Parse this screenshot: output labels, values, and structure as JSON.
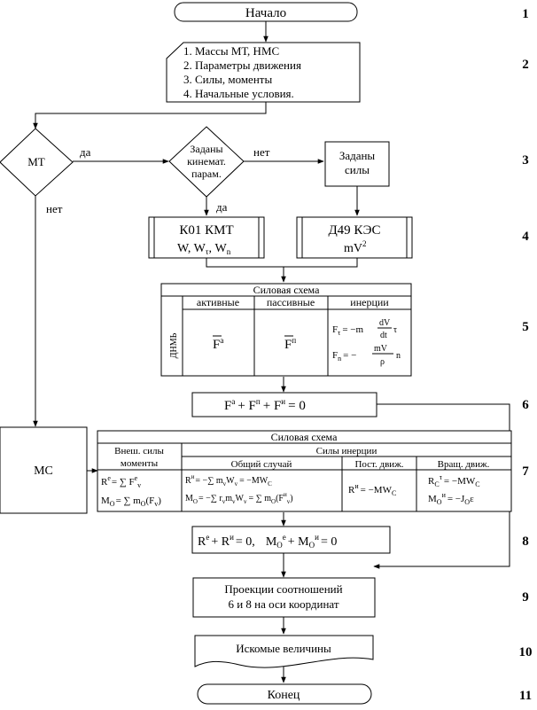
{
  "steps": {
    "start": "Начало",
    "inputs": [
      "1. Массы МТ, НМС",
      "2. Параметры движения",
      "3. Силы, моменты",
      "4. Начальные условия."
    ],
    "mt_decision": "МТ",
    "yes_label": "да",
    "no_label": "нет",
    "kin_decision": [
      "Заданы",
      "кинемат.",
      "парам."
    ],
    "forces_given": [
      "Заданы",
      "силы"
    ],
    "k01": {
      "title": "К01 КМТ",
      "formula": "W, W",
      "sub_t": "τ",
      "sub_n": "n"
    },
    "d49": {
      "title": "Д49 КЭС",
      "formula": "mV",
      "sup": "2"
    },
    "force_scheme_1": {
      "title": "Силовая схема",
      "side": "ДНМЬ",
      "cols": [
        "активные",
        "пассивные",
        "инерции"
      ],
      "active": "F",
      "active_sup": "a",
      "passive": "F",
      "passive_sup": "п",
      "inertia_1": "F",
      "inertia_1_rhs": "= −m",
      "inertia_1_frac_top": "dV",
      "inertia_1_frac_bot": "dt",
      "inertia_1_tail": "τ",
      "inertia_2": "F",
      "inertia_2_rhs": "= −",
      "inertia_2_frac_top": "mV",
      "inertia_2_frac_bot": "ρ",
      "inertia_2_tail": "n"
    },
    "equation_6": "F",
    "equation_6_full": "+ F",
    "equation_6_end": "= 0",
    "ms_label": "МС",
    "force_scheme_2": {
      "title": "Силовая схема",
      "ext_header": [
        "Внеш. силы",
        "моменты"
      ],
      "inertia_header": "Силы инерции",
      "sub_headers": [
        "Общий случай",
        "Пост. движ.",
        "Вращ. движ."
      ],
      "ext_row1": "R",
      "ext_row1_rhs": "= ∑ F",
      "ext_row2": "M",
      "ext_row2_rhs": "= ∑ m",
      "ext_row2_tail": "(F",
      "gen_row1": "R",
      "gen_row1_rhs": "= −∑ m",
      "gen_row1_tail": "= −MW",
      "gen_row2": "M",
      "gen_row2_rhs": "= −∑ r",
      "gen_row2_tail": "= ∑ m",
      "post_row": "R",
      "post_row_rhs": "= −MW",
      "rot_row1": "R",
      "rot_row1_rhs": "= −MW",
      "rot_row2": "M",
      "rot_row2_rhs": "= −J",
      "rot_row2_tail": "ε"
    },
    "equation_8": "R",
    "equation_8_mid": "+ R",
    "equation_8_zero": "= 0,",
    "equation_8_m": "M",
    "equation_8_m2": "+ M",
    "equation_8_end": "= 0",
    "projections": [
      "Проекции соотношений",
      "6 и 8 на оси координат"
    ],
    "sought": "Искомые величины",
    "end": "Конец"
  },
  "step_numbers": [
    "1",
    "2",
    "3",
    "4",
    "5",
    "6",
    "7",
    "8",
    "9",
    "10",
    "11"
  ]
}
